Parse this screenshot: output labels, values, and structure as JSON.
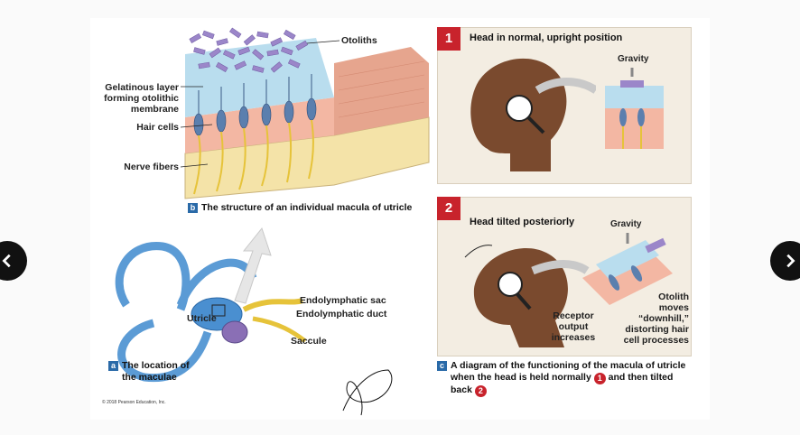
{
  "labels_b": {
    "otoliths": "Otoliths",
    "gelatinous": [
      "Gelatinous layer",
      "forming otolithic",
      "membrane"
    ],
    "hair_cells": "Hair cells",
    "nerve_fibers": "Nerve fibers"
  },
  "caption_b": {
    "letter": "b",
    "text": "The structure of an individual macula of utricle"
  },
  "labels_a": {
    "utricle": "Utricle",
    "endolymphatic_sac": "Endolymphatic sac",
    "endolymphatic_duct": "Endolymphatic duct",
    "saccule": "Saccule"
  },
  "caption_a": {
    "letter": "a",
    "line1": "The location of",
    "line2": "the maculae"
  },
  "copyright": "© 2018 Pearson Education, Inc.",
  "panel1": {
    "number": "1",
    "title": "Head in normal, upright position",
    "gravity": "Gravity"
  },
  "panel2": {
    "number": "2",
    "title": "Head tilted posteriorly",
    "gravity": "Gravity",
    "receptor": [
      "Receptor",
      "output",
      "increases"
    ],
    "otolith": [
      "Otolith",
      "moves",
      "“downhill,”",
      "distorting hair",
      "cell processes"
    ]
  },
  "caption_c": {
    "letter": "c",
    "line1": "A diagram of the functioning of the macula of utricle",
    "line2a": "when the head is held normally",
    "num1": "1",
    "line2b": "and then tilted",
    "line3": "back",
    "num2": "2"
  },
  "colors": {
    "step_red": "#c8232c",
    "badge_blue": "#2a6aa8",
    "panel_bg": "#f3ede2"
  },
  "icons": {
    "prev": "chevron-left-icon",
    "next": "chevron-right-icon"
  }
}
